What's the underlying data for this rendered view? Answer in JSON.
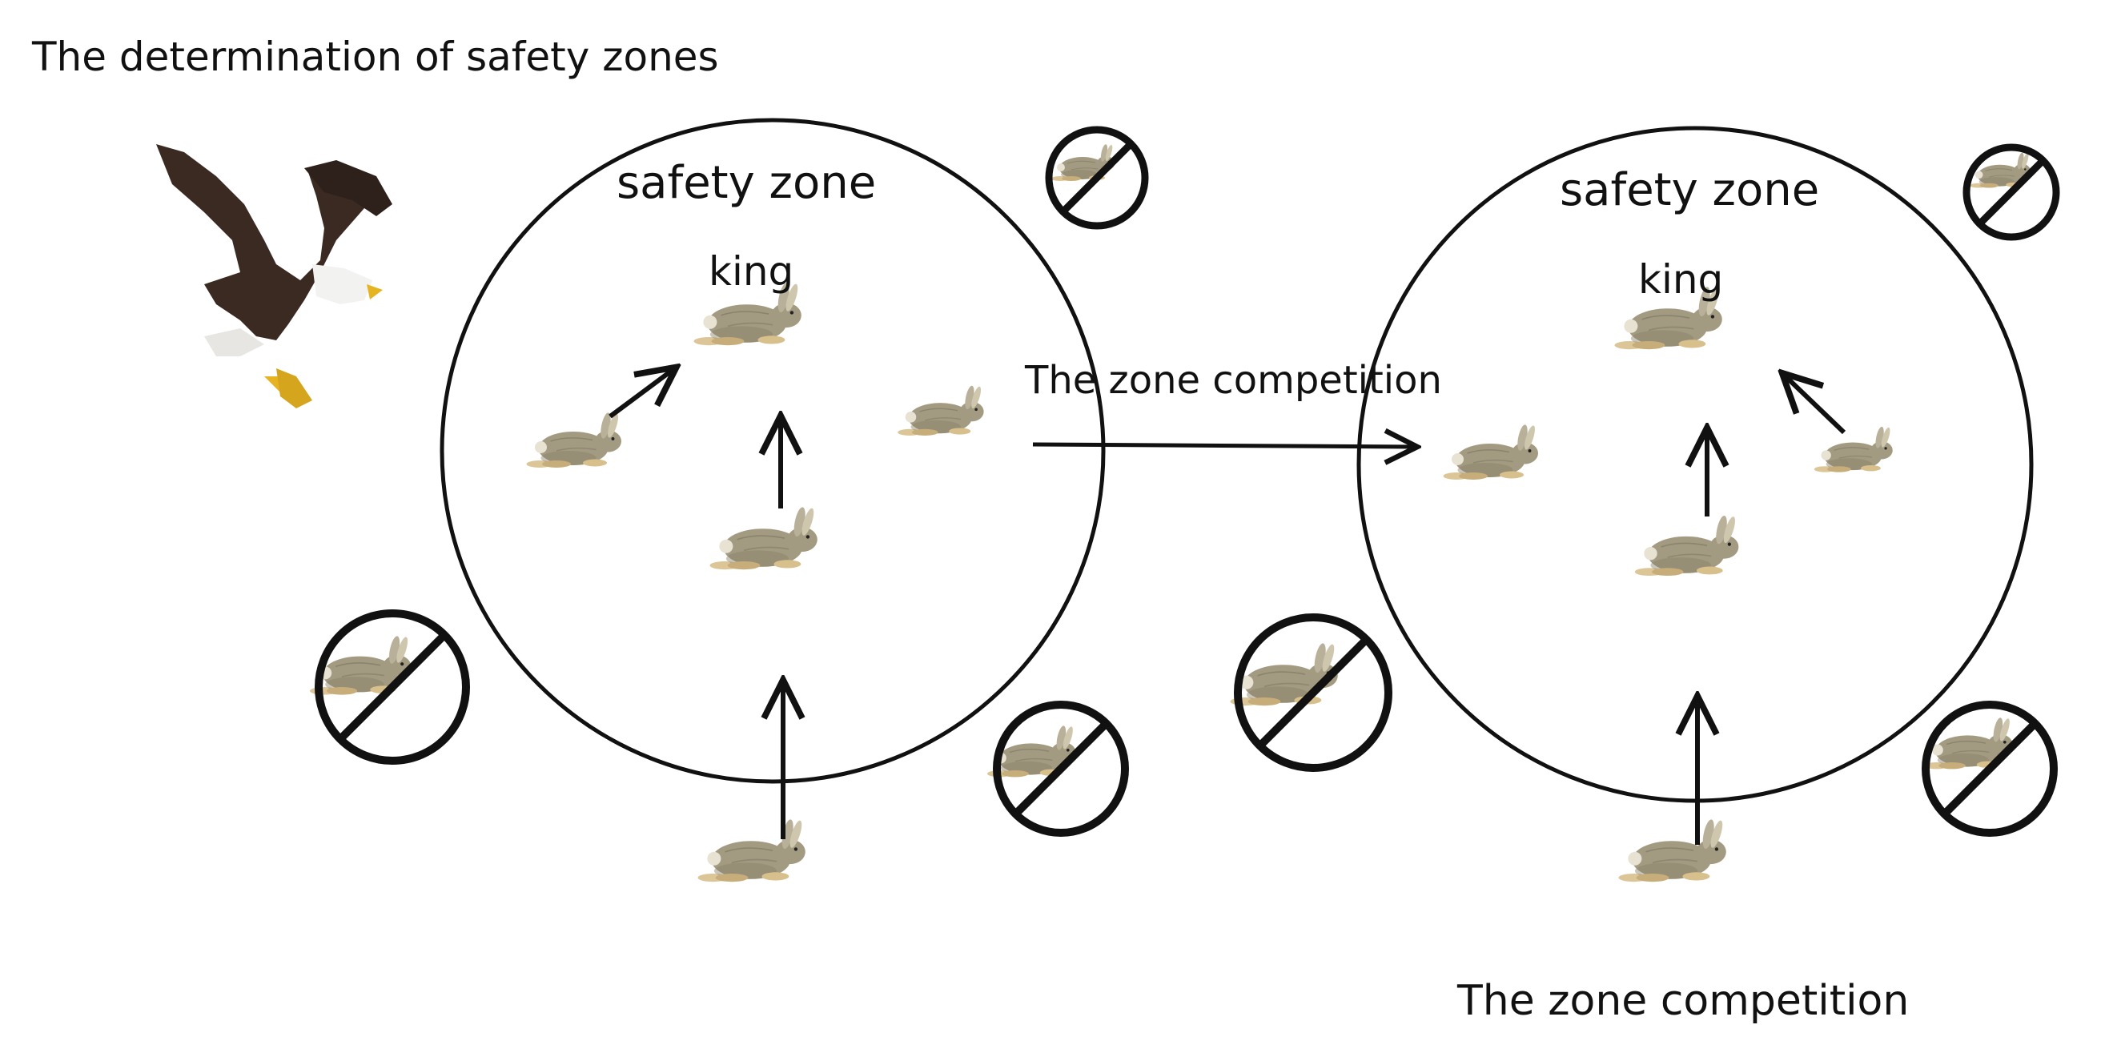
{
  "diagram": {
    "title": "The determination of safety zones",
    "left_panel": {
      "zone_label": "safety zone",
      "king_label": "king"
    },
    "right_panel": {
      "zone_label": "safety zone",
      "king_label": "king"
    },
    "transition_label": "The zone competition",
    "bottom_label": "The zone competition"
  },
  "icons": {
    "predator": "eagle-icon",
    "rabbit": "rabbit-icon",
    "excluded": "crossed-out-rabbit-icon"
  },
  "colors": {
    "ink": "#111111",
    "rabbit_fur": "#a39a82",
    "rabbit_shadow": "#8a8068",
    "rabbit_paws": "#d8c08c",
    "eagle_body": "#3a2a22",
    "eagle_head": "#f2f2f0",
    "eagle_beak": "#e6b422"
  }
}
